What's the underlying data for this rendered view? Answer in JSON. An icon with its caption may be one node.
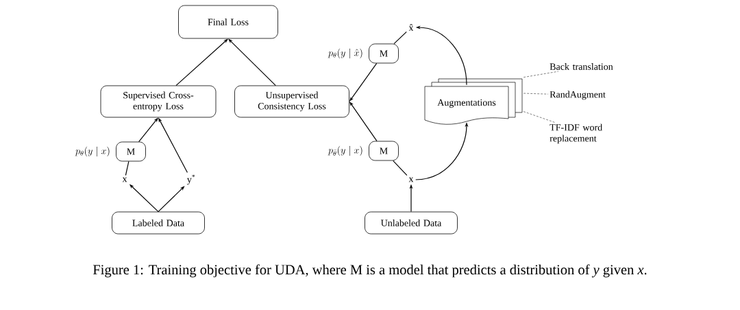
{
  "diagram": {
    "caption": "Figure 1: Training objective for UDA, where M is a model that predicts a distribution of *y* given *x*.",
    "nodes": [
      {
        "text": [
          "Final Loss"
        ]
      },
      {
        "text": [
          "Supervised Cross-entropy Loss"
        ]
      },
      {
        "text": [
          "Unsupervised Consistency Loss"
        ]
      },
      {
        "text": [
          "M"
        ],
        "beside": [
          "p_\\theta(y \\mid x)"
        ]
      },
      {
        "text": [
          "x"
        ]
      },
      {
        "text": [
          "y$^{*}$"
        ]
      },
      {
        "text": [
          "Labeled Data"
        ]
      },
      {
        "text": [
          "x̂"
        ]
      },
      {
        "text": [
          "M"
        ],
        "beside": [
          "p_\\theta(y \\mid \\hat{x})"
        ]
      },
      {
        "text": [
          "M"
        ],
        "beside": [
          "p_{\\bar{\\theta}}(y \\mid x)"
        ]
      },
      {
        "text": [
          "x"
        ]
      },
      {
        "text": [
          "Unlabeled Data"
        ]
      },
      {
        "text": [
          "Augmentations"
        ]
      },
      {
        "text": [
          "Back translation"
        ]
      },
      {
        "text": [
          "RandAugment"
        ]
      },
      {
        "text": [
          "TF-IDF word replacement"
        ]
      }
    ],
    "edges": [
      {
        "from": 1,
        "to": 0,
        "arrow": "to"
      },
      {
        "from": 2,
        "to": 0,
        "arrow": "to"
      },
      {
        "from": 4,
        "to": 3,
        "arrow": "none"
      },
      {
        "from": 3,
        "to": 1,
        "arrow": "to"
      },
      {
        "from": 5,
        "to": 1,
        "arrow": "to"
      },
      {
        "from": 6,
        "to": 4,
        "arrow": "to"
      },
      {
        "from": 6,
        "to": 5,
        "arrow": "to"
      },
      {
        "from": 10,
        "to": 9,
        "arrow": "none"
      },
      {
        "from": 9,
        "to": 2,
        "arrow": "to"
      },
      {
        "from": 7,
        "to": 8,
        "arrow": "none"
      },
      {
        "from": 8,
        "to": 2,
        "arrow": "to"
      },
      {
        "from": 11,
        "to": 10,
        "arrow": "to"
      },
      {
        "from": 10,
        "to": 12,
        "arrow": "to"
      },
      {
        "from": 12,
        "to": 7,
        "arrow": "to"
      },
      {
        "from": 12,
        "to": 13,
        "arrow": "none",
        "style": "dashed"
      },
      {
        "from": 12,
        "to": 14,
        "arrow": "none",
        "style": "dashed"
      },
      {
        "from": 12,
        "to": 15,
        "arrow": "none",
        "style": "dashed"
      }
    ]
  }
}
